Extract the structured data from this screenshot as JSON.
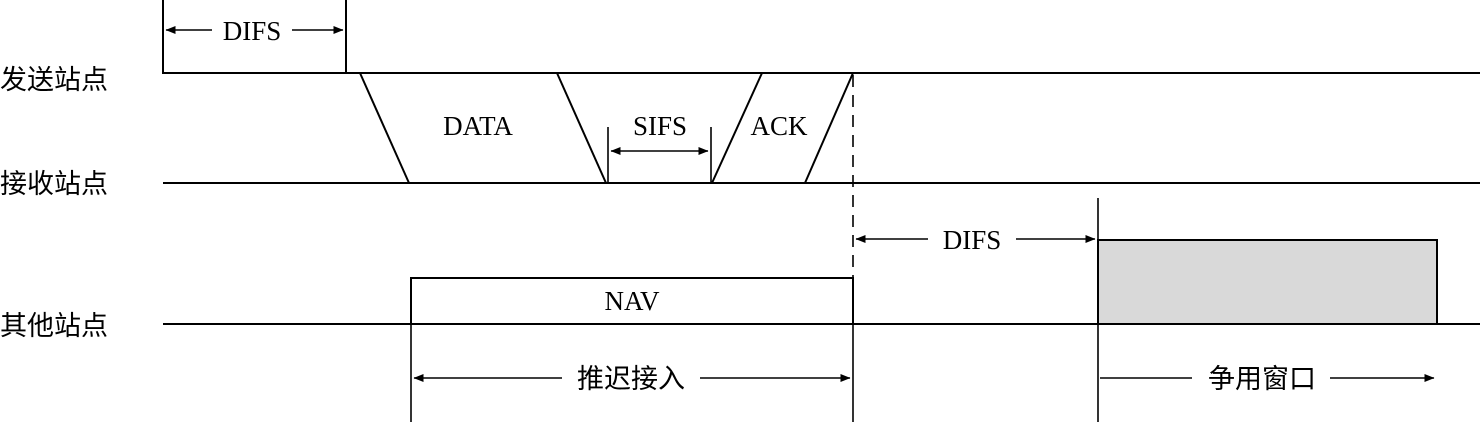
{
  "rows": {
    "sender": "发送站点",
    "receiver": "接收站点",
    "others": "其他站点"
  },
  "labels": {
    "difs_top": "DIFS",
    "data": "DATA",
    "sifs": "SIFS",
    "ack": "ACK",
    "difs_mid": "DIFS",
    "nav": "NAV",
    "deferred_access": "推迟接入",
    "contention_window": "争用窗口"
  },
  "colors": {
    "line": "#000000",
    "contention_fill": "#d9d9d9"
  }
}
